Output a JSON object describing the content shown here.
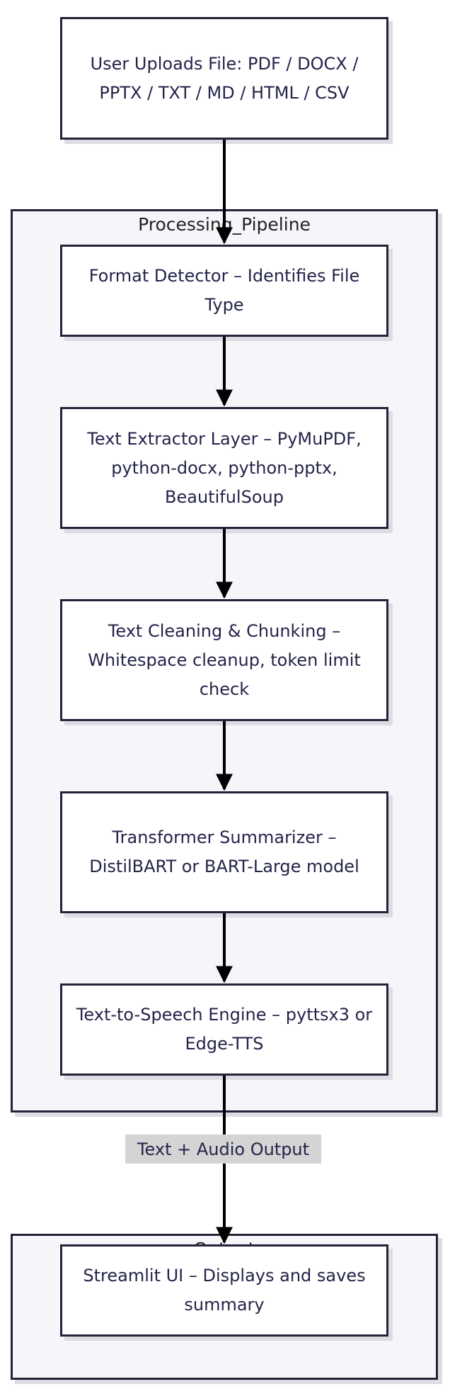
{
  "clusters": {
    "processing": {
      "title": "Processing_Pipeline"
    },
    "output": {
      "title": "Output"
    }
  },
  "nodes": {
    "upload": {
      "text": "User Uploads File: PDF / DOCX / PPTX / TXT / MD / HTML / CSV"
    },
    "detector": {
      "text": "Format Detector – Identifies File Type"
    },
    "extractor": {
      "text": "Text Extractor Layer – PyMuPDF, python-docx, python-pptx, BeautifulSoup"
    },
    "cleaning": {
      "text": "Text Cleaning & Chunking – Whitespace cleanup, token limit check"
    },
    "summarizer": {
      "text": "Transformer Summarizer – DistilBART or BART-Large model"
    },
    "tts": {
      "text": "Text-to-Speech Engine – pyttsx3 or Edge-TTS"
    },
    "streamlit": {
      "text": "Streamlit UI – Displays and saves summary"
    }
  },
  "edge_labels": {
    "tts_to_ui": "Text + Audio Output"
  }
}
